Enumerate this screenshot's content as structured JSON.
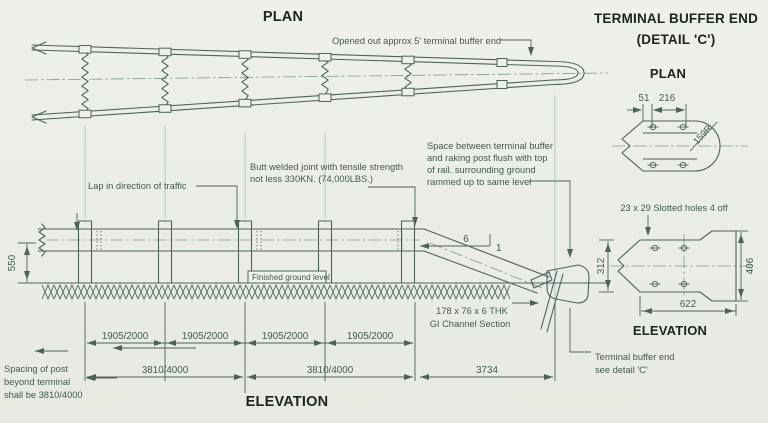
{
  "drawing": {
    "colors": {
      "line": "#4a635c",
      "text": "#3f5a52",
      "title": "#1a2420",
      "projection": "#a7c9c3",
      "background": "#eef0ea",
      "paper2": "#e7eae2"
    },
    "titles": {
      "plan_main": "PLAN",
      "detail_heading_1": "TERMINAL BUFFER END",
      "detail_heading_2": "(DETAIL 'C')",
      "detail_plan": "PLAN",
      "detail_elevation": "ELEVATION",
      "elevation_main": "ELEVATION"
    },
    "notes": {
      "opened_out": "Opened out approx 5' terminal buffer end",
      "lap": "Lap in direction of traffic",
      "butt_weld_1": "Butt welded joint with tensile strength",
      "butt_weld_2": "not less 330KN. (74,000LBS.)",
      "space_1": "Space between terminal buffer",
      "space_2": "and raking post flush with top",
      "space_3": "of rail. surrounding ground",
      "space_4": "rammed up to same level",
      "finished_ground": "Finished ground level",
      "channel_1": "178 x 76 x 6 THK",
      "channel_2": "GI Channel Section",
      "slotted_holes": "23 x 29 Slotted holes 4 off",
      "terminal_ref_1": "Terminal buffer end",
      "terminal_ref_2": "see detail 'C'",
      "spacing_1": "Spacing of post",
      "spacing_2": "beyond terminal",
      "spacing_3": "shall be 3810/4000"
    },
    "dims": {
      "rail_height": "550",
      "slope_run": "6",
      "slope_rise": "1",
      "end_radius": "159R",
      "hole_edge": "51",
      "hole_pitch": "216",
      "beam_depth": "312",
      "flare_depth": "406",
      "buffer_length": "622",
      "bays": [
        "1905/2000",
        "1905/2000",
        "1905/2000",
        "1905/2000"
      ],
      "spans": [
        "3810/4000",
        "3810/4000",
        "3734"
      ]
    }
  }
}
